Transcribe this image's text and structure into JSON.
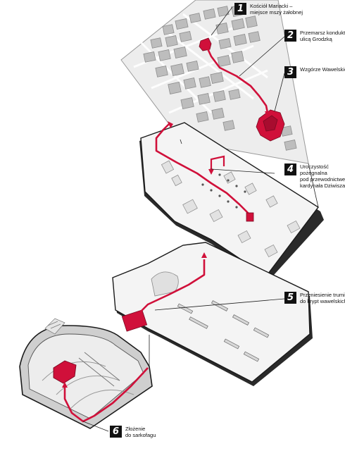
{
  "steps": [
    {
      "number": "1",
      "lines": [
        "Kościół Mariacki –",
        "miejsce mszy żałobnej"
      ]
    },
    {
      "number": "2",
      "lines": [
        "Przemarsz konduktu",
        "ulicą Grodzką"
      ]
    },
    {
      "number": "3",
      "lines": [
        "Wzgórze Wawelskie"
      ]
    },
    {
      "number": "4",
      "lines": [
        "Uroczystość",
        "pożegnalna",
        "pod przewodnictwem",
        "kardynała Dziwisza"
      ]
    },
    {
      "number": "5",
      "lines": [
        "Przeniesienie trumien",
        "do krypt wawelskich"
      ]
    },
    {
      "number": "6",
      "lines": [
        "Złożenie",
        "do sarkofagu"
      ]
    }
  ],
  "colors": {
    "route": "#d0103a",
    "ink": "#111111",
    "map_bg": "#ededed",
    "block": "#bdbdbd",
    "floor": "#f4f4f4"
  }
}
